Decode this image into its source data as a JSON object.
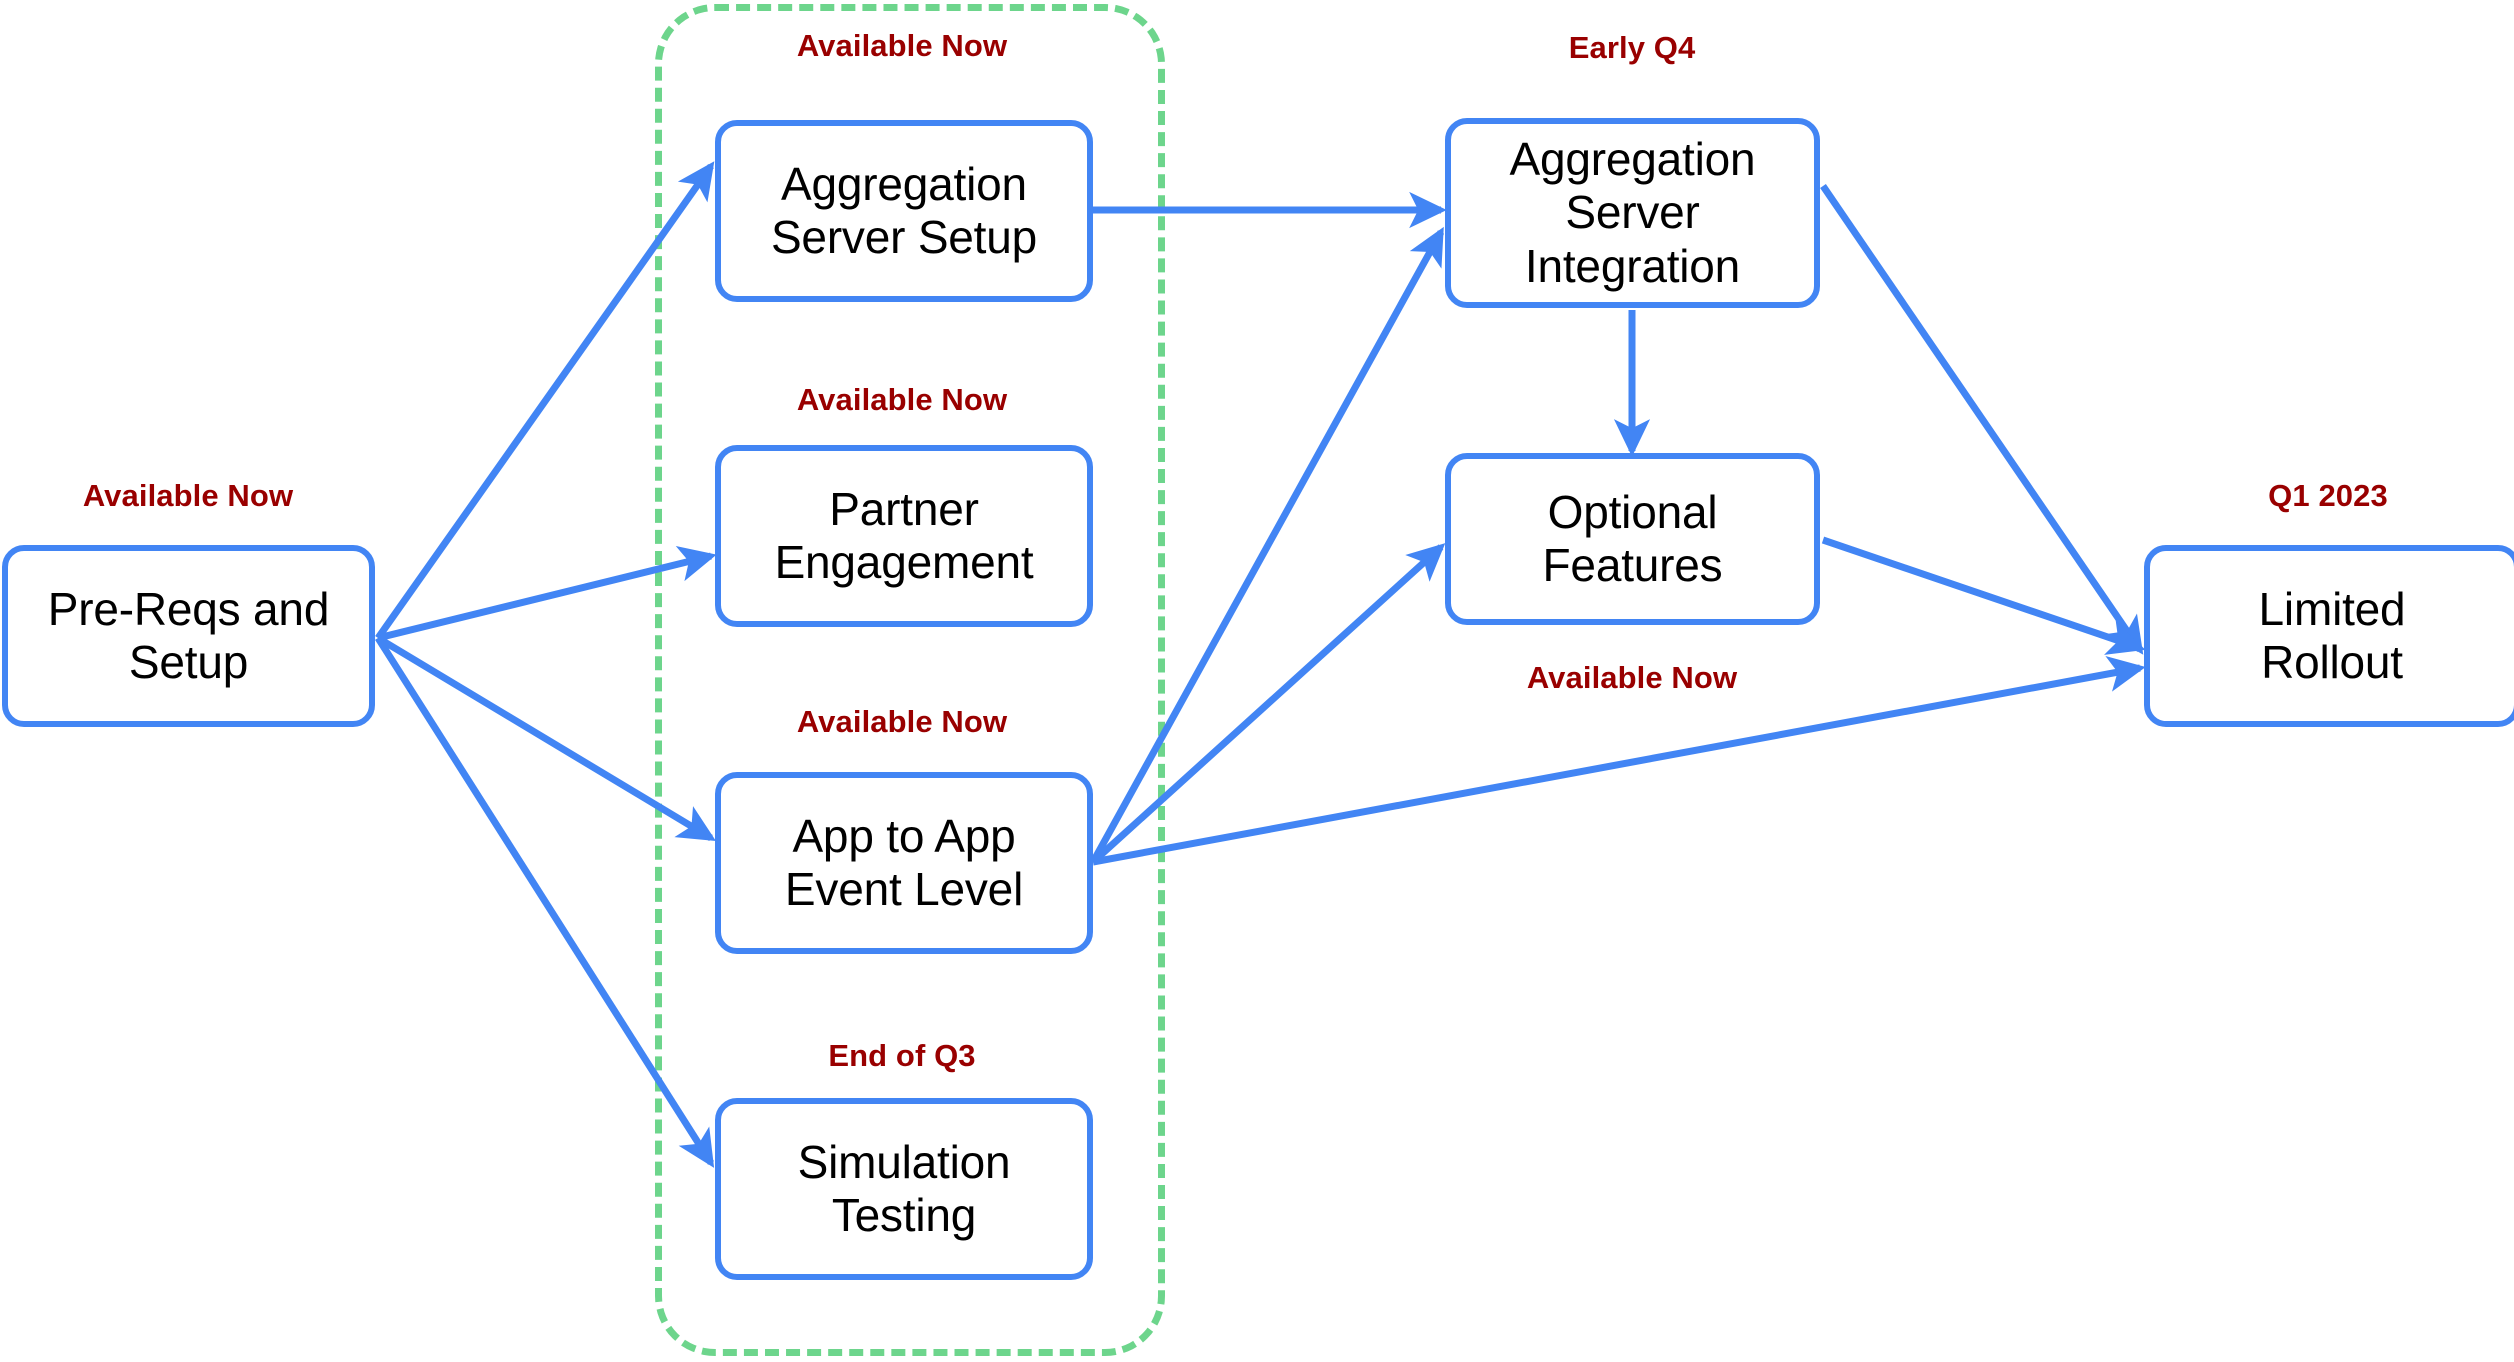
{
  "diagram": {
    "type": "flowchart",
    "accent_colors": {
      "node_border": "#4285F4",
      "edge": "#4285F4",
      "label_text": "#990000",
      "group_border": "#6DD58C",
      "node_text": "#000000",
      "background": "#FFFFFF"
    },
    "nodes": [
      {
        "id": "prereqs",
        "label": "Pre-Reqs and\nSetup",
        "tag": "Available Now",
        "tag_position": "above"
      },
      {
        "id": "aggsetup",
        "label": "Aggregation\nServer Setup",
        "tag": "Available Now",
        "tag_position": "above"
      },
      {
        "id": "partner",
        "label": "Partner\nEngagement",
        "tag": "Available Now",
        "tag_position": "above"
      },
      {
        "id": "apptoapp",
        "label": "App to App\nEvent Level",
        "tag": "Available Now",
        "tag_position": "above"
      },
      {
        "id": "simulation",
        "label": "Simulation\nTesting",
        "tag": "End of Q3",
        "tag_position": "above"
      },
      {
        "id": "aggintegr",
        "label": "Aggregation\nServer\nIntegration",
        "tag": "Early Q4",
        "tag_position": "above"
      },
      {
        "id": "optional",
        "label": "Optional\nFeatures",
        "tag": "Available Now",
        "tag_position": "below"
      },
      {
        "id": "rollout",
        "label": "Limited\nRollout",
        "tag": "Q1 2023",
        "tag_position": "above"
      }
    ],
    "group": {
      "id": "phase-group",
      "style": "dashed",
      "color": "#6DD58C",
      "contains": [
        "aggsetup",
        "partner",
        "apptoapp",
        "simulation"
      ]
    },
    "edges": [
      {
        "from": "prereqs",
        "to": "aggsetup"
      },
      {
        "from": "prereqs",
        "to": "partner"
      },
      {
        "from": "prereqs",
        "to": "apptoapp"
      },
      {
        "from": "prereqs",
        "to": "simulation"
      },
      {
        "from": "aggsetup",
        "to": "aggintegr"
      },
      {
        "from": "apptoapp",
        "to": "aggintegr"
      },
      {
        "from": "apptoapp",
        "to": "optional"
      },
      {
        "from": "apptoapp",
        "to": "rollout"
      },
      {
        "from": "aggintegr",
        "to": "optional"
      },
      {
        "from": "aggintegr",
        "to": "rollout"
      },
      {
        "from": "optional",
        "to": "rollout"
      }
    ]
  }
}
